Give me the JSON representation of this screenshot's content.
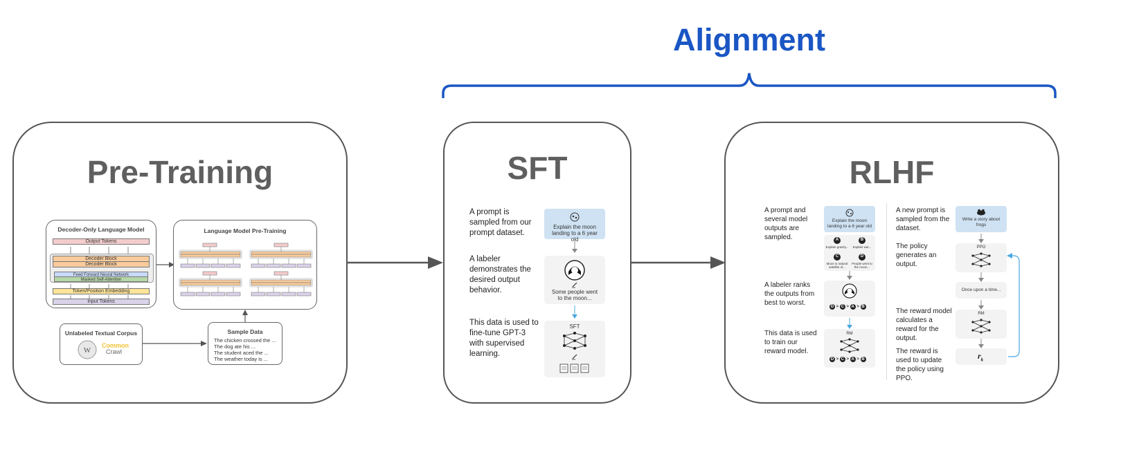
{
  "alignment": {
    "label": "Alignment"
  },
  "pretraining": {
    "title": "Pre-Training",
    "decoder": {
      "title": "Decoder-Only Language Model",
      "output_tokens": "Output Tokens",
      "decoder_block_1": "Decoder Block",
      "decoder_block_2": "Decoder Block",
      "ffn": "Feed Forward Neural Network",
      "msa": "Masked Self-Attention",
      "embedding": "Token/Position Embedding",
      "input_tokens": "Input Tokens"
    },
    "lm_pretraining": {
      "title": "Language Model Pre-Training"
    },
    "corpus": {
      "title": "Unlabeled Textual Corpus",
      "logo_text_1": "Common",
      "logo_text_2": "Crawl"
    },
    "sample": {
      "title": "Sample Data",
      "lines": [
        "The chicken crossed the ...",
        "The dog ate his ...",
        "The student aced the ...",
        "The weather today is ..."
      ]
    }
  },
  "sft": {
    "title": "SFT",
    "step1": "A prompt is sampled from our prompt dataset.",
    "step2": "A labeler demonstrates the desired output behavior.",
    "step3": "This data is used to fine-tune GPT-3 with supervised learning.",
    "prompt_card": "Explain the moon landing to a 6 year old",
    "demo_card": "Some people went to the moon...",
    "model_label": "SFT"
  },
  "rlhf": {
    "title": "RLHF",
    "left": {
      "step1": "A prompt and several model outputs are sampled.",
      "step2": "A labeler ranks the outputs from best to worst.",
      "step3": "This data is used to train our reward model.",
      "prompt_card": "Explain the moon landing to a 6 year old",
      "options": [
        {
          "letter": "A",
          "text": "Explain gravity..."
        },
        {
          "letter": "B",
          "text": "Explain war..."
        },
        {
          "letter": "C",
          "text": "Moon is natural satellite of..."
        },
        {
          "letter": "D",
          "text": "People went to the moon..."
        }
      ],
      "ranking": [
        "D",
        ">",
        "C",
        ">",
        "A",
        ">",
        "B"
      ],
      "rm_label": "RM"
    },
    "right": {
      "step1": "A new prompt is sampled from the dataset.",
      "step2": "The policy generates an output.",
      "step3": "The reward model calculates a reward for the output.",
      "step4": "The reward is used to update the policy using PPO.",
      "prompt_card": "Write a story about frogs",
      "ppo_label": "PPO",
      "output_card": "Once upon a time...",
      "rm_label": "RM",
      "reward_label": "r",
      "reward_sub": "k"
    }
  },
  "colors": {
    "accent_blue": "#1a56c4",
    "title_gray": "#5f5f5f",
    "card_blue": "#cfe2f3",
    "arrow_light_blue": "#4aa8e0"
  }
}
